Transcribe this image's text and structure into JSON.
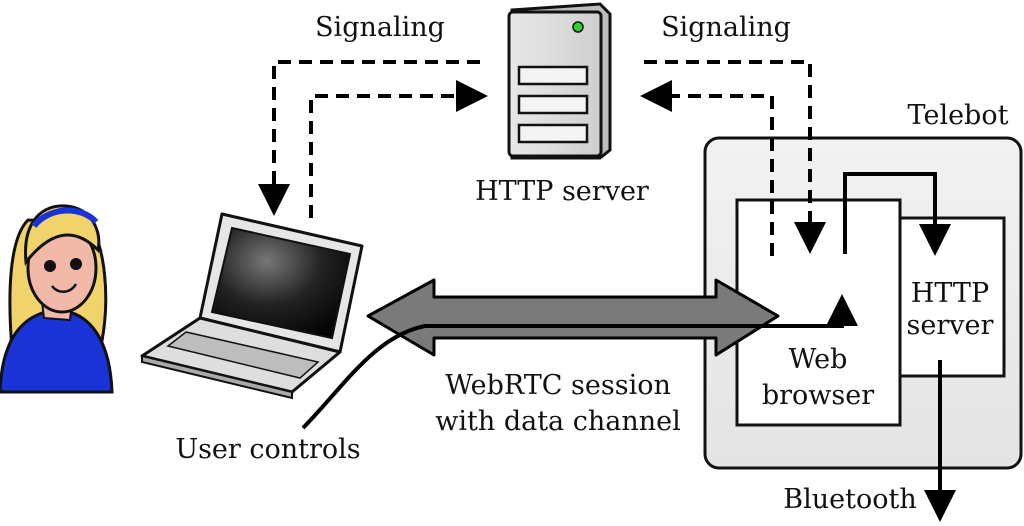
{
  "labels": {
    "signaling_left": "Signaling",
    "signaling_right": "Signaling",
    "http_server_top": "HTTP server",
    "telebot": "Telebot",
    "webrtc_line1": "WebRTC session",
    "webrtc_line2": "with data channel",
    "user_controls": "User controls",
    "web_line1": "Web",
    "web_line2": "browser",
    "http_inner_line1": "HTTP",
    "http_inner_line2": "server",
    "bluetooth": "Bluetooth"
  },
  "icons": {
    "server": "server-icon",
    "laptop": "laptop-icon",
    "user": "user-avatar-icon"
  },
  "colors": {
    "user_hair": "#f0d36b",
    "user_shirt": "#1a33d6",
    "telebot_box": "#ececec",
    "webrtc_arrow": "#7a7a7a",
    "server_led": "#2bd62b"
  }
}
